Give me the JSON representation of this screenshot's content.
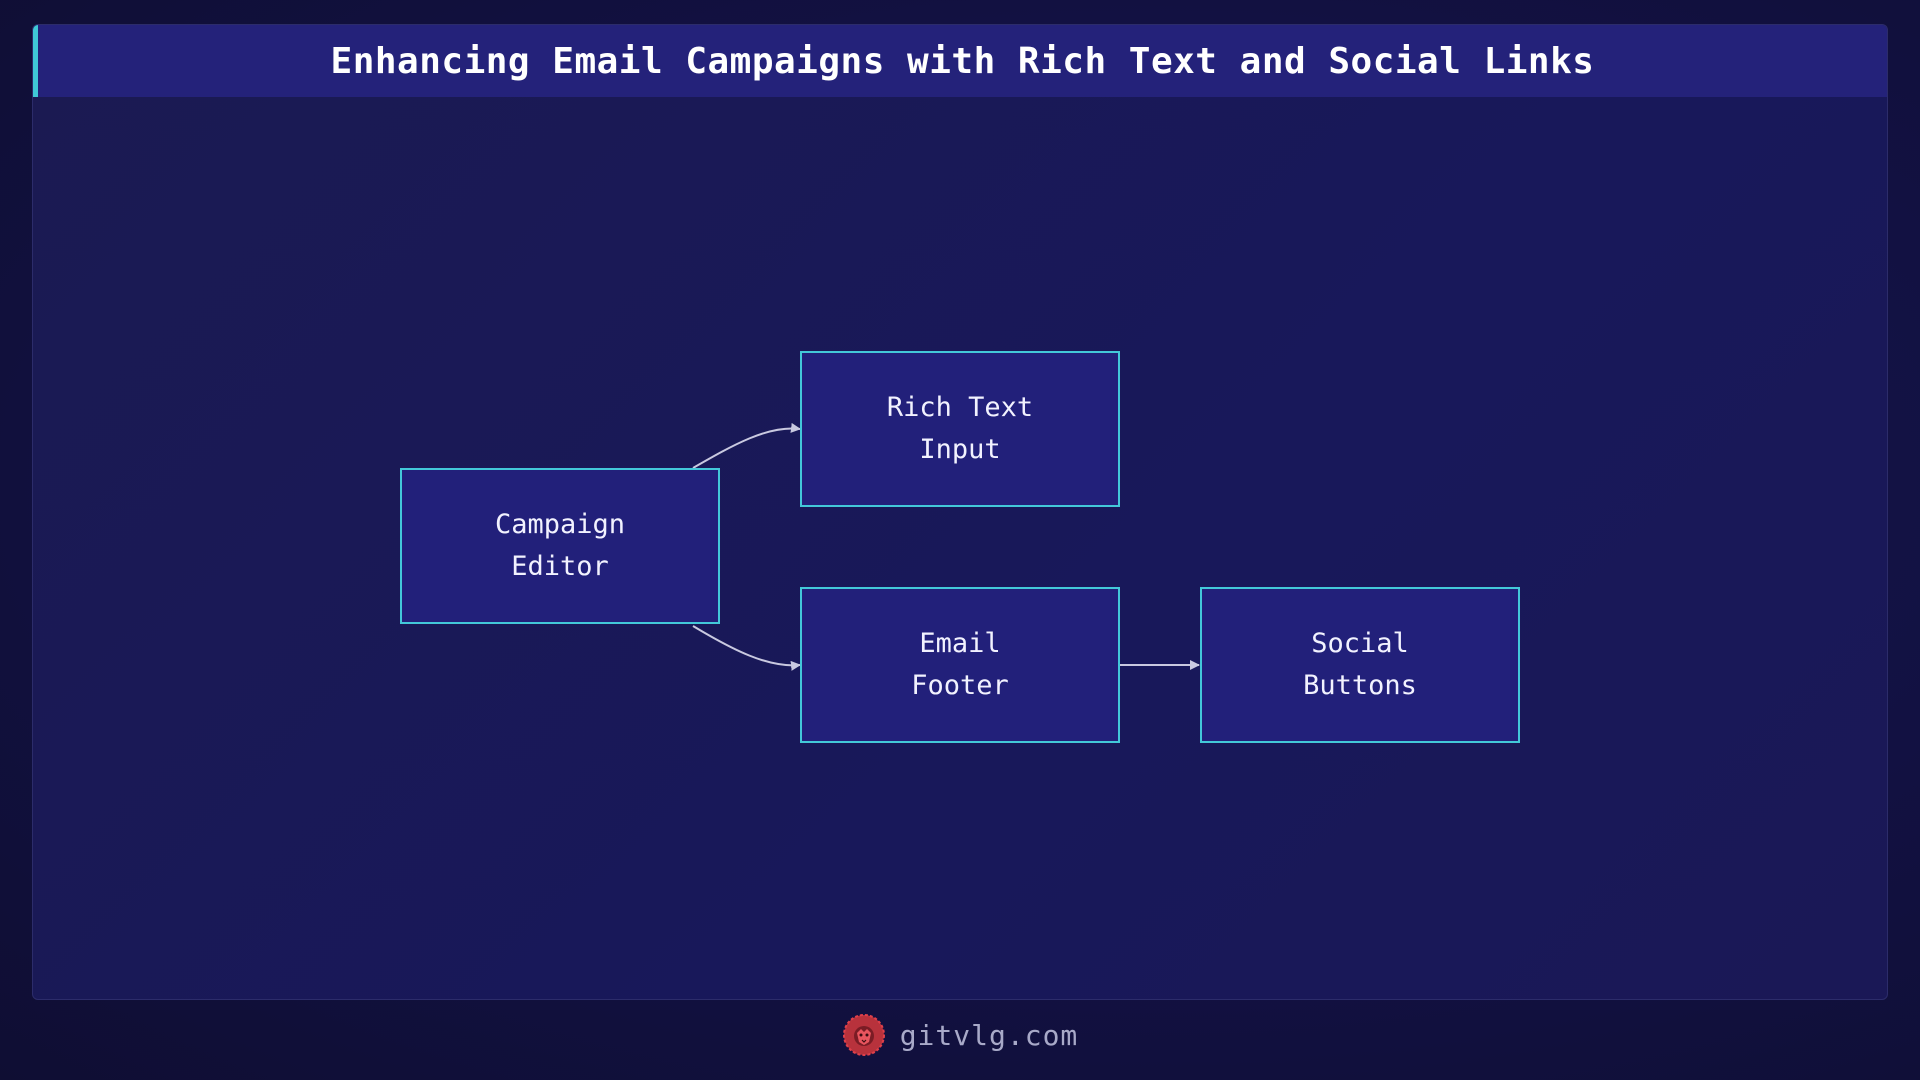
{
  "title": "Enhancing Email Campaigns with Rich Text and Social Links",
  "nodes": {
    "campaign_editor": "Campaign\nEditor",
    "rich_text_input": "Rich Text\nInput",
    "email_footer": "Email\nFooter",
    "social_buttons": "Social\nButtons"
  },
  "edges": [
    {
      "from": "Campaign Editor",
      "to": "Rich Text Input"
    },
    {
      "from": "Campaign Editor",
      "to": "Email Footer"
    },
    {
      "from": "Email Footer",
      "to": "Social Buttons"
    }
  ],
  "footer": {
    "site": "gitvlg.com",
    "logo_icon": "lion-head-icon"
  },
  "colors": {
    "node_fill": "#22207a",
    "node_border": "#43c8d9",
    "title_bar": "#24227a",
    "title_accent": "#3fc9d6",
    "edge": "#c9c9e0",
    "logo": "#e0404a"
  }
}
